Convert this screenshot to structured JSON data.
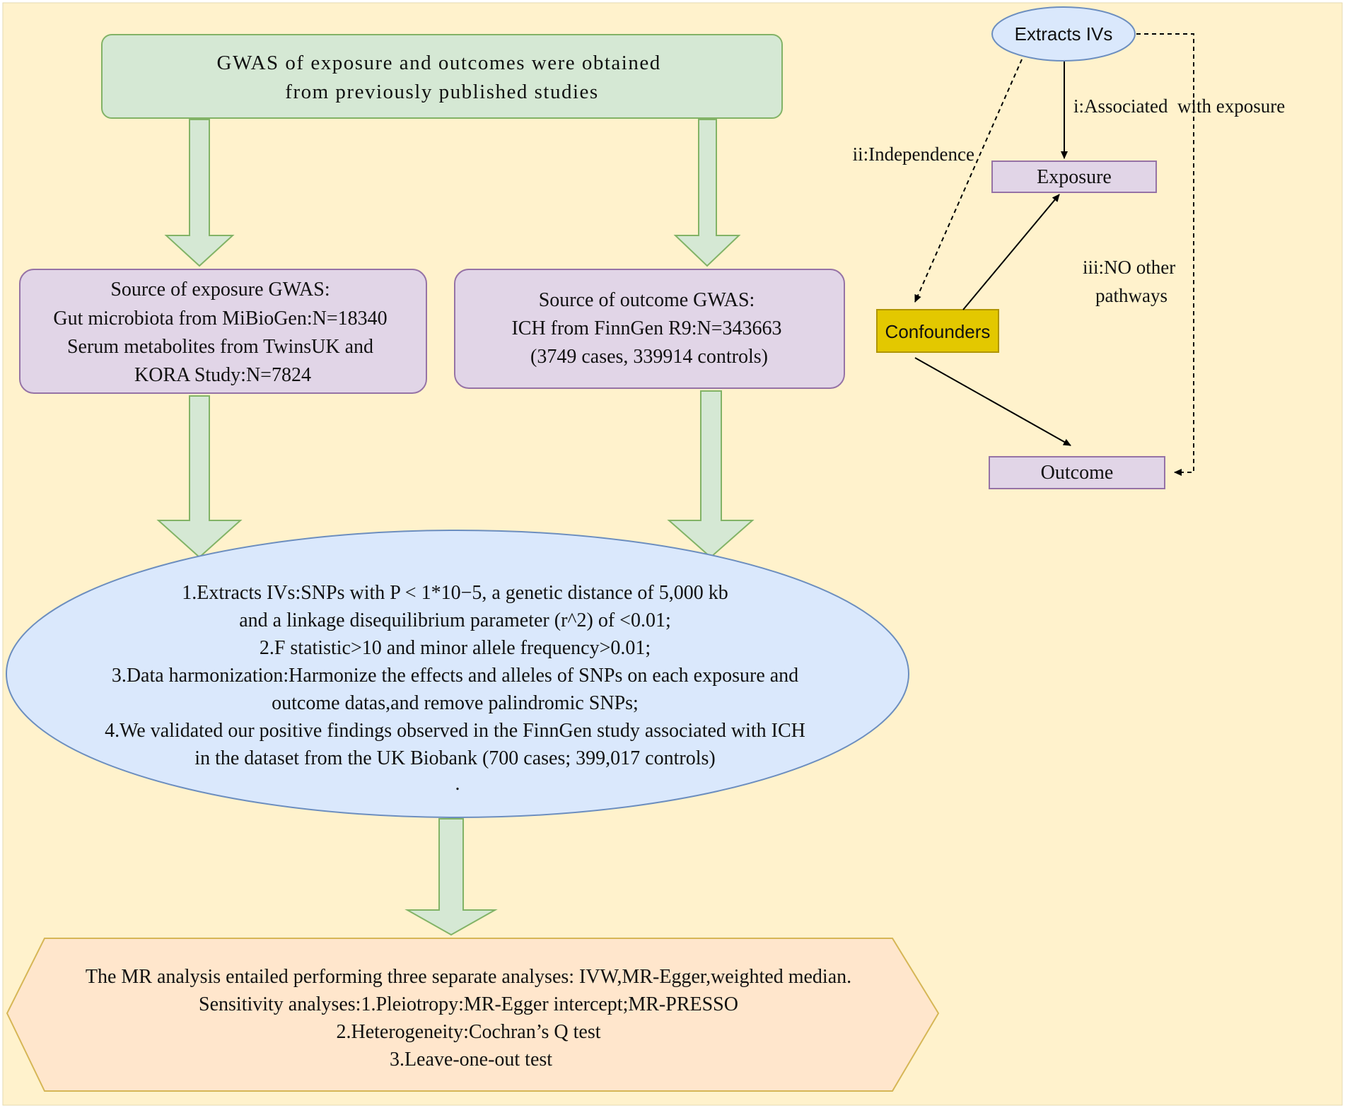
{
  "colors": {
    "background": "#fff2cc",
    "green_fill": "#d5e8d4",
    "green_stroke": "#82b366",
    "purple_fill": "#e1d5e7",
    "purple_stroke": "#9673a6",
    "blue_fill": "#dae8fc",
    "blue_stroke": "#6c8ebf",
    "orange_fill": "#ffe6cc",
    "orange_stroke": "#d6b656",
    "confounder_fill": "#e3c800",
    "confounder_stroke": "#b09500"
  },
  "flowchart": {
    "top_box": [
      "GWAS of exposure and outcomes were obtained",
      "from previously published studies"
    ],
    "exposure_source": [
      "Source of exposure GWAS:",
      "Gut microbiota from MiBioGen:N=18340",
      "Serum metabolites from TwinsUK and",
      "KORA Study:N=7824"
    ],
    "outcome_source": [
      "Source of outcome GWAS:",
      "ICH from FinnGen R9:N=343663",
      "(3749 cases, 339914 controls)"
    ],
    "ellipse": [
      "1.Extracts IVs:SNPs with P < 1*10−5, a genetic distance of 5,000 kb",
      "and a linkage disequilibrium parameter (r^2) of <0.01;",
      "2.F statistic>10 and minor allele frequency>0.01;",
      "3.Data harmonization:Harmonize the effects and alleles of SNPs on each exposure and",
      "outcome datas,and remove palindromic SNPs;",
      "4.We validated our positive findings observed in the FinnGen study associated with ICH",
      "in the dataset from the UK Biobank (700 cases; 399,017 controls)",
      "."
    ],
    "bottom_hexagon": [
      "The MR analysis entailed performing three separate analyses: IVW,MR-Egger,weighted median.",
      "Sensitivity analyses:1.Pleiotropy:MR-Egger intercept;MR-PRESSO",
      "2.Heterogeneity:Cochran’s Q test",
      "3.Leave-one-out test"
    ]
  },
  "assumptions_diagram": {
    "ivs_node": "Extracts IVs",
    "exposure_node": "Exposure",
    "confounders_node": "Confounders",
    "outcome_node": "Outcome",
    "label_i": "i:Associated  with exposure",
    "label_ii": "ii:Independence",
    "label_iii": [
      "iii:NO other",
      "pathways"
    ]
  }
}
